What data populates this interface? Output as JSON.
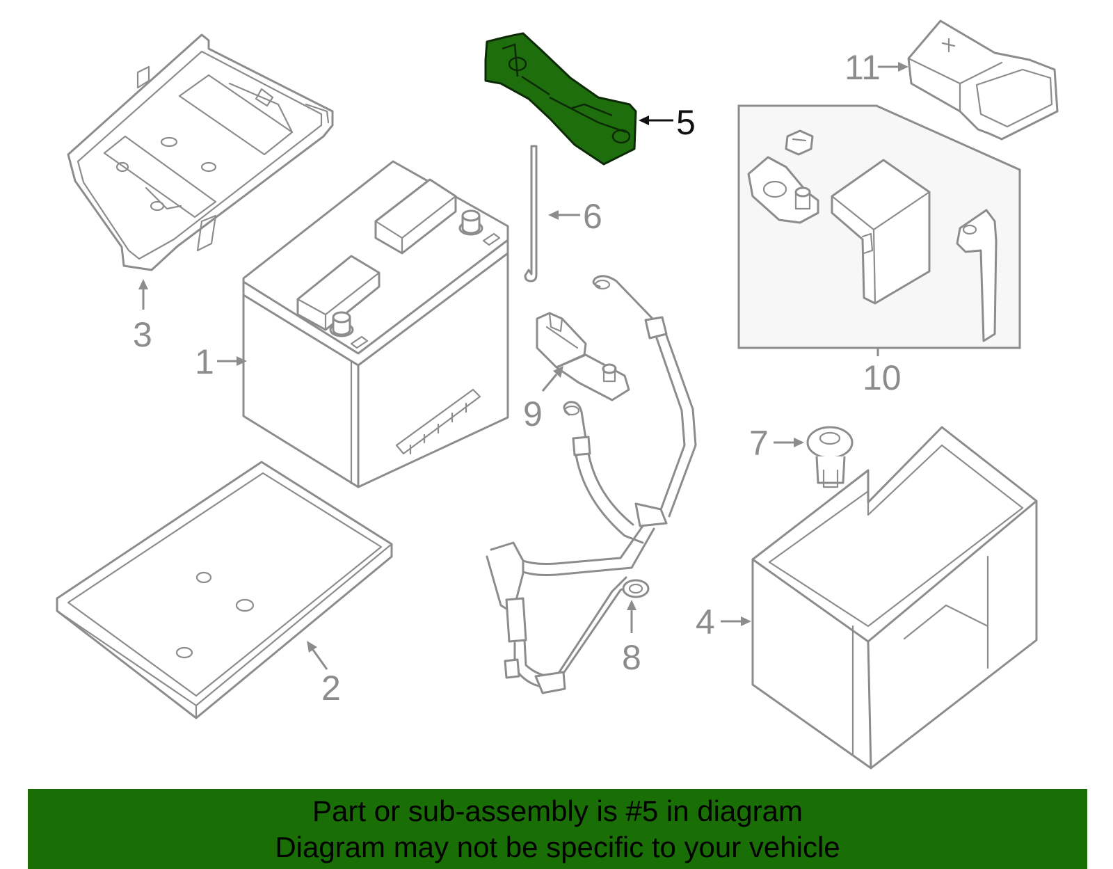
{
  "colors": {
    "highlight_part": "#1e6e0e",
    "banner_background": "#1a6e06",
    "line_art": "#8c8c8c",
    "highlight_label": "#111111"
  },
  "callouts": {
    "c1": "1",
    "c2": "2",
    "c3": "3",
    "c4": "4",
    "c5": "5",
    "c6": "6",
    "c7": "7",
    "c8": "8",
    "c9": "9",
    "c10": "10",
    "c11": "11"
  },
  "highlighted_callout": "5",
  "banner": {
    "line1": "Part or sub-assembly is #5 in diagram",
    "line2": "Diagram may not be specific to your vehicle"
  }
}
